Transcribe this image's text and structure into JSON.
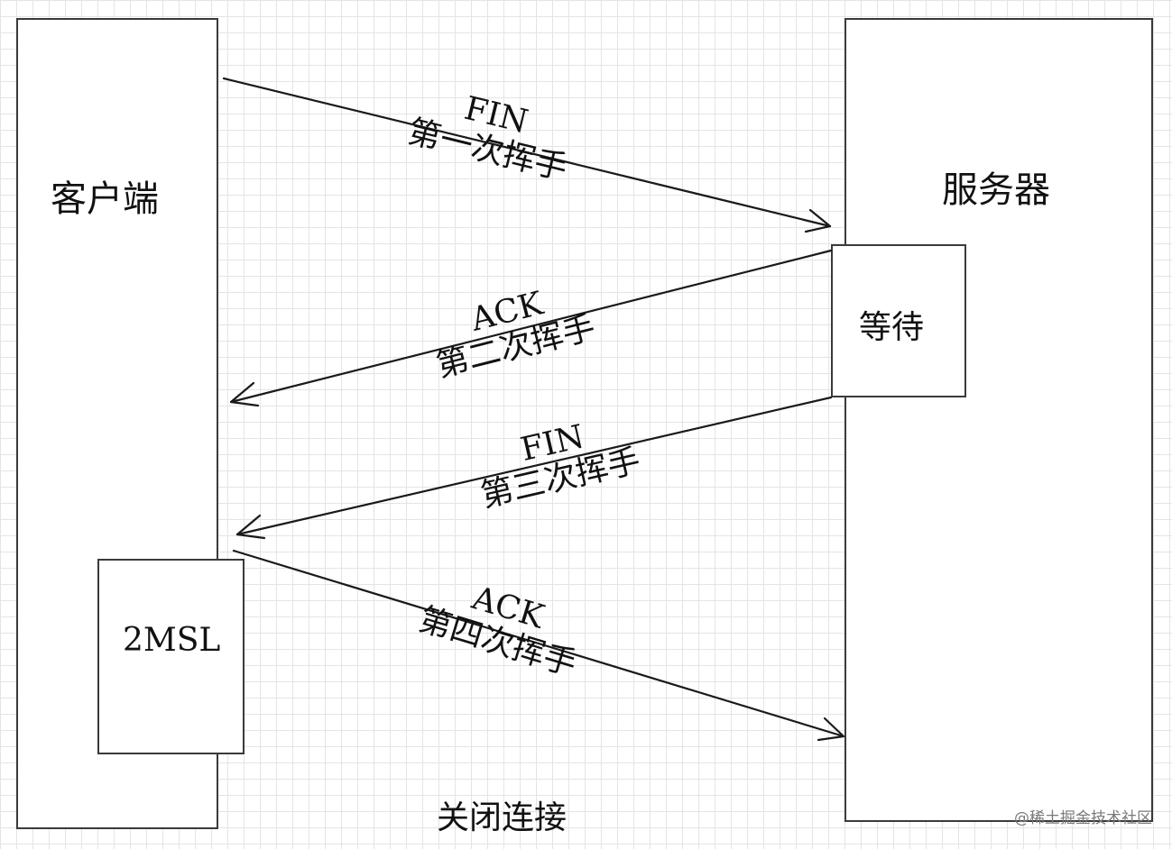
{
  "client": {
    "label": "客户端"
  },
  "server": {
    "label": "服务器"
  },
  "wait_box": {
    "label": "等待"
  },
  "timer_box": {
    "label": "2MSL"
  },
  "messages": [
    {
      "flag": "FIN",
      "step": "第一次挥手",
      "direction": "client-to-server"
    },
    {
      "flag": "ACK",
      "step": "第二次挥手",
      "direction": "server-to-client"
    },
    {
      "flag": "FIN",
      "step": "第三次挥手",
      "direction": "server-to-client"
    },
    {
      "flag": "ACK",
      "step": "第四次挥手",
      "direction": "client-to-server"
    }
  ],
  "footer": {
    "label": "关闭连接"
  },
  "watermark": {
    "text": "@稀土掘金技术社区"
  },
  "colors": {
    "line": "#1a1a1a",
    "box_border": "#3a3a3a",
    "grid": "#e4e4e4"
  }
}
